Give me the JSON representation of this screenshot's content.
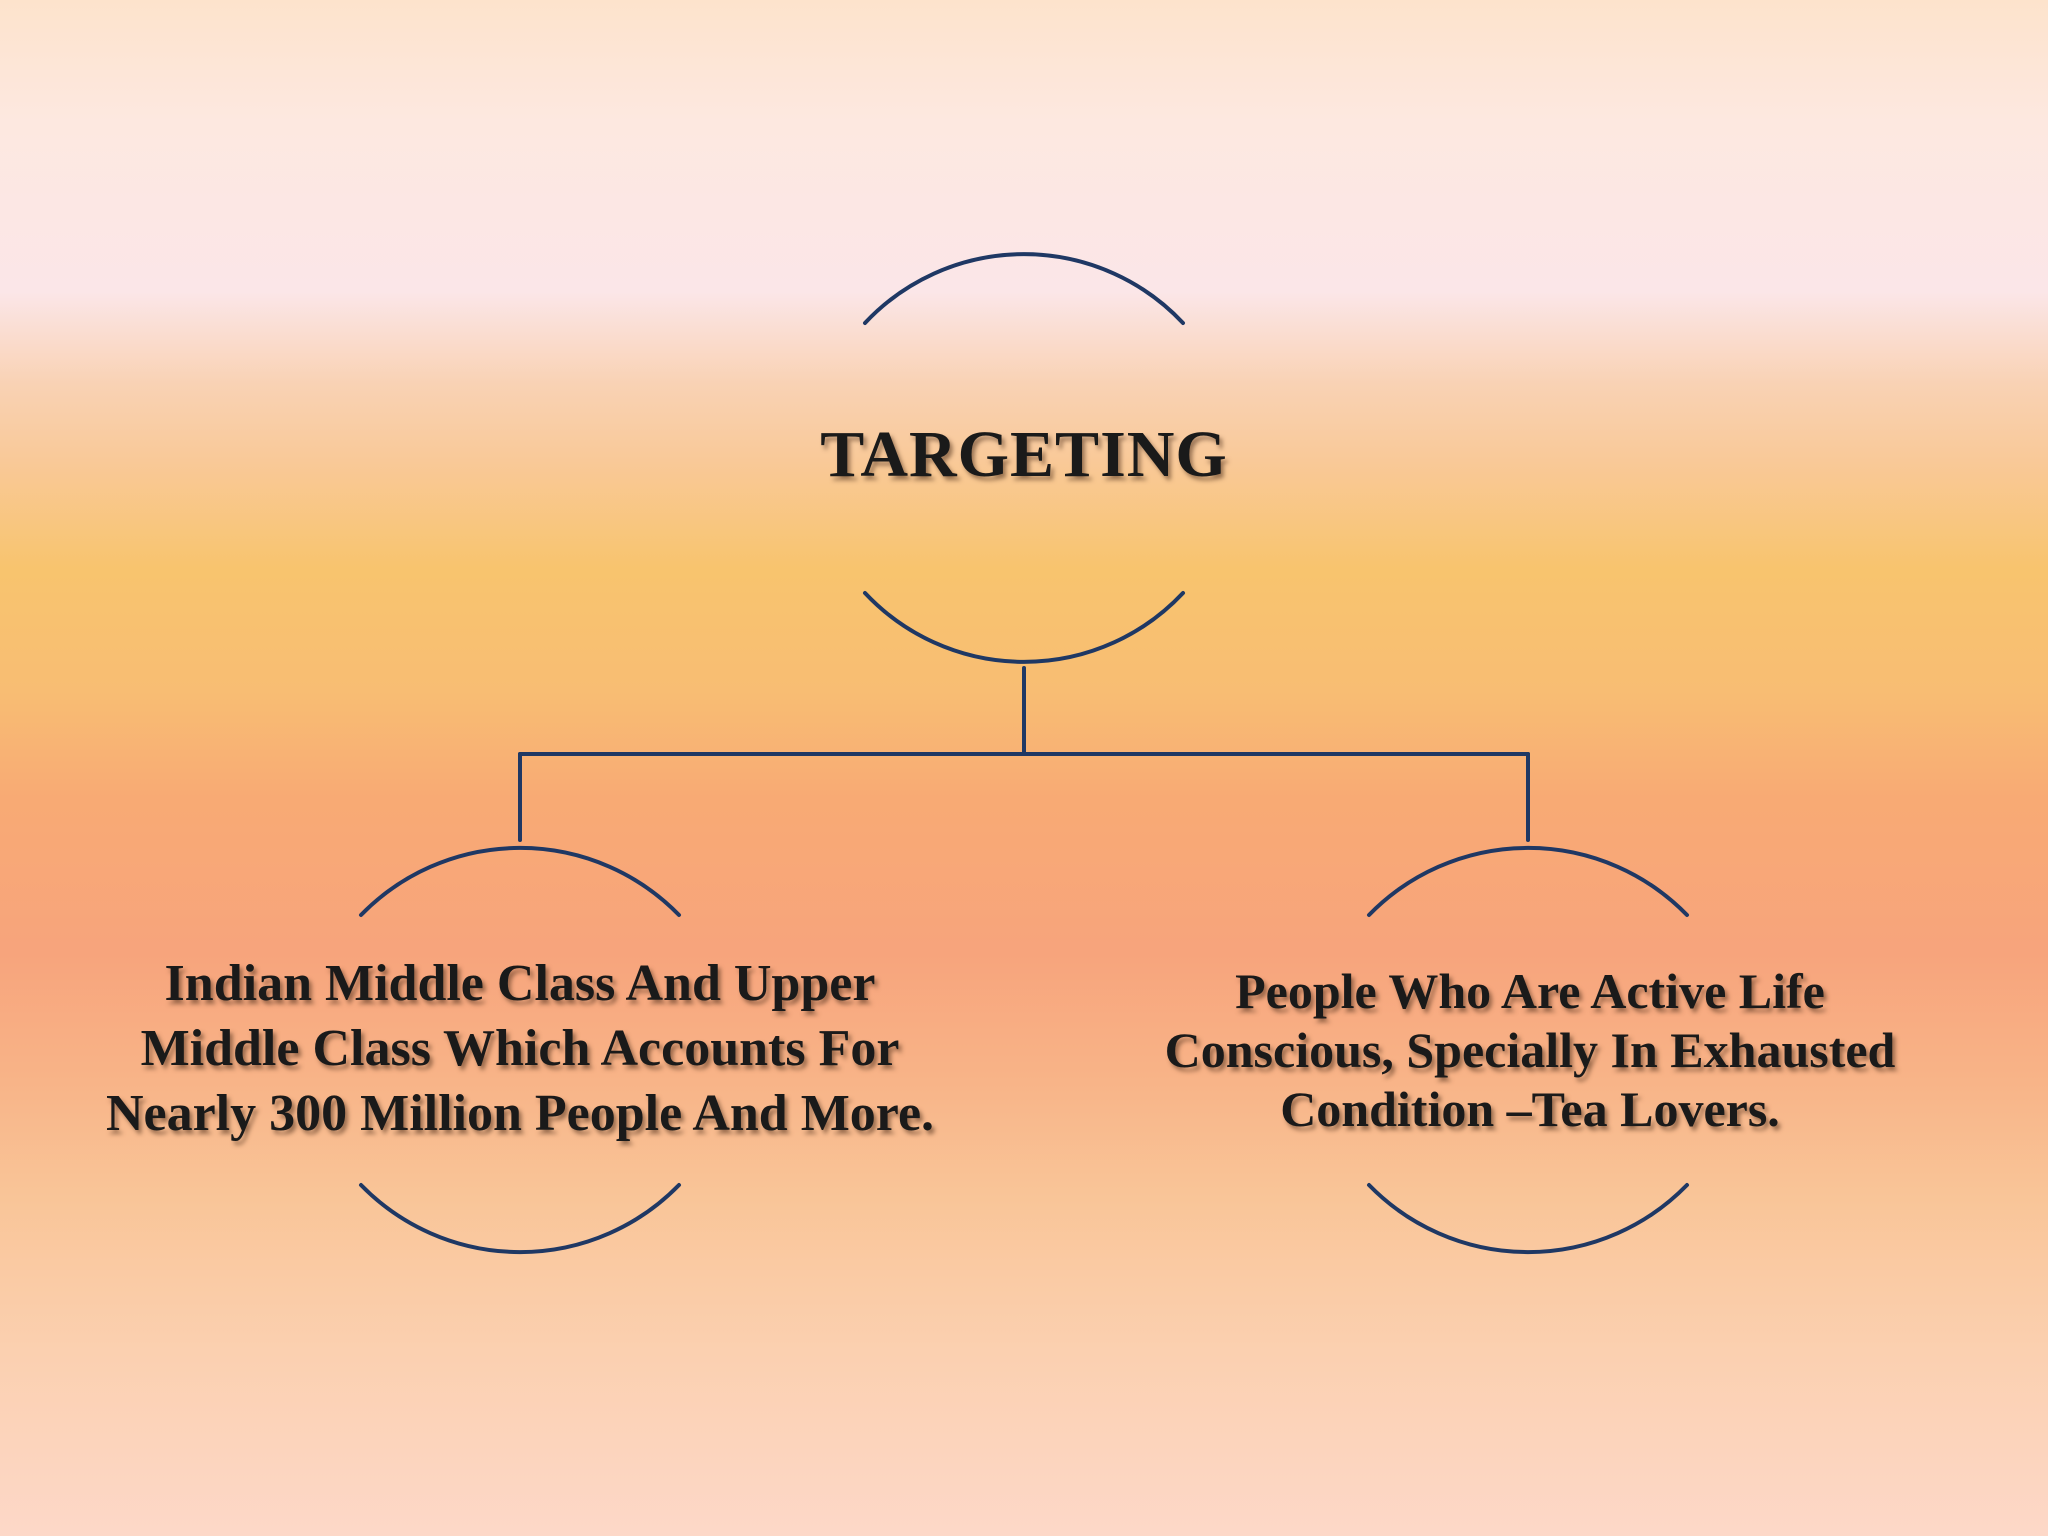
{
  "slide": {
    "root": {
      "label": "TARGETING"
    },
    "children": [
      {
        "label": "Indian Middle Class And Upper Middle Class Which Accounts For Nearly 300 Million People And More."
      },
      {
        "label": "People Who Are Active Life Conscious, Specially In Exhausted Condition –Tea Lovers."
      }
    ]
  },
  "colors": {
    "connector": "#1f3864",
    "text": "#1a1a1a"
  }
}
